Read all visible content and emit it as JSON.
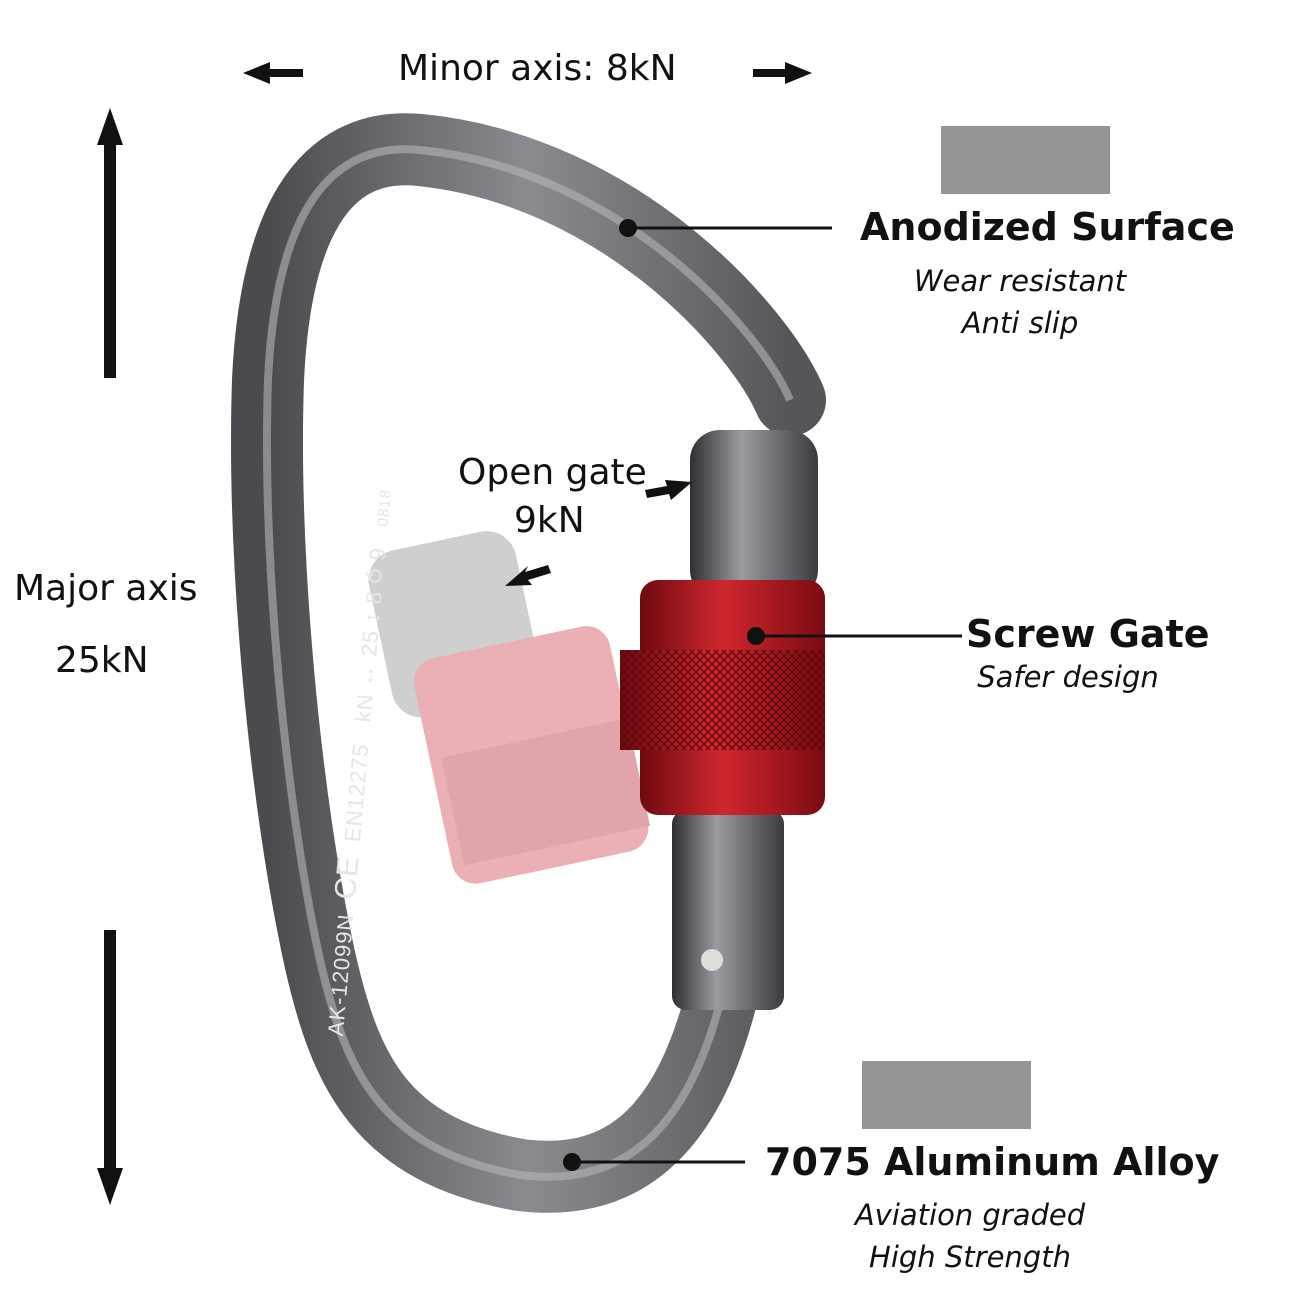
{
  "dimensions": {
    "minor_axis": "Minor axis: 8kN",
    "major_axis_line1": "Major axis",
    "major_axis_line2": "25kN",
    "open_gate_line1": "Open gate",
    "open_gate_line2": "9kN"
  },
  "features": [
    {
      "title": "Anodized Surface",
      "lines": [
        "Wear resistant",
        "Anti slip"
      ]
    },
    {
      "title": "Screw Gate",
      "lines": [
        "Safer design"
      ]
    },
    {
      "title": "7075 Aluminum Alloy",
      "lines": [
        "Aviation graded",
        "High Strength"
      ]
    }
  ],
  "engraving": {
    "model": "AK-12099N",
    "standard": "EN12275",
    "ratings": "kN ↔ 25 ↕ 8 ⥀ 9",
    "batch": "0818",
    "mark": "CE"
  },
  "colors": {
    "body": "#6e6f73",
    "gate_sleeve": "#b0141c",
    "swatch": "#959595"
  }
}
